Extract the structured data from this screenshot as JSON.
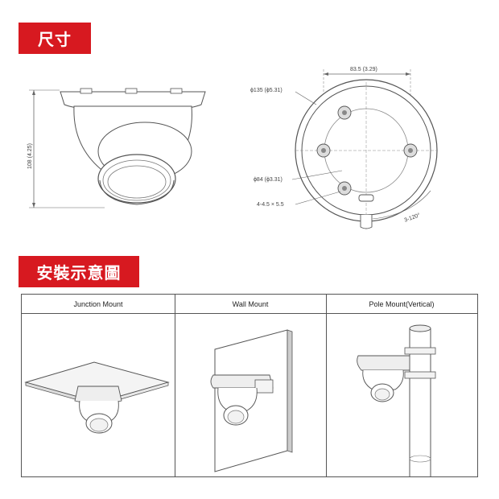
{
  "sections": {
    "dimensions_title": "尺寸",
    "installation_title": "安裝示意圖"
  },
  "dimensions": {
    "height_label": "108 (4.25)",
    "top_width_label": "83.5 (3.29)",
    "outer_diameter_label": "ϕ135 (ϕ5.31)",
    "inner_diameter_label": "ϕ84 (ϕ3.31)",
    "holes_label": "4-4.5 × 5.5",
    "angle_label": "3-120°"
  },
  "mounts": [
    {
      "label": "Junction Mount"
    },
    {
      "label": "Wall Mount"
    },
    {
      "label": "Pole Mount(Vertical)"
    }
  ],
  "colors": {
    "accent": "#d71920",
    "line": "#555555"
  }
}
